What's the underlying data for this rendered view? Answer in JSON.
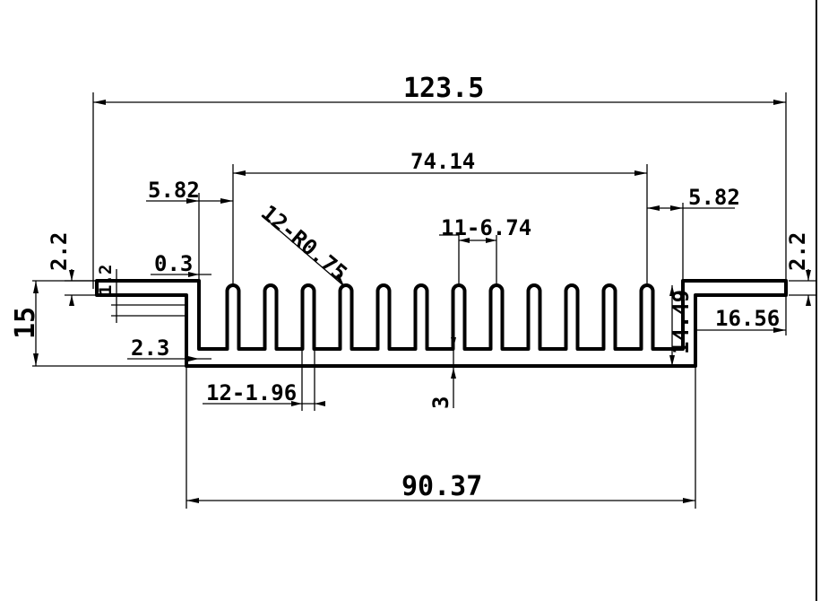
{
  "drawing": {
    "fin_count": 12,
    "dimensions": {
      "overall_width": "123.5",
      "fin_span": "74.14",
      "left_step": "5.82",
      "right_step": "5.82",
      "fin_radius": "12-R0.75",
      "fin_pitch": "11-6.74",
      "left_flange_thickness": "2.2",
      "right_flange_thickness": "2.2",
      "left_flange_gap": "1.2",
      "left_offset": "0.3",
      "overall_height": "15",
      "left_wall": "2.3",
      "fin_height": "14.49",
      "right_flange_width": "16.56",
      "fin_thickness": "12-1.96",
      "base_thickness": "3",
      "base_width": "90.37"
    }
  }
}
